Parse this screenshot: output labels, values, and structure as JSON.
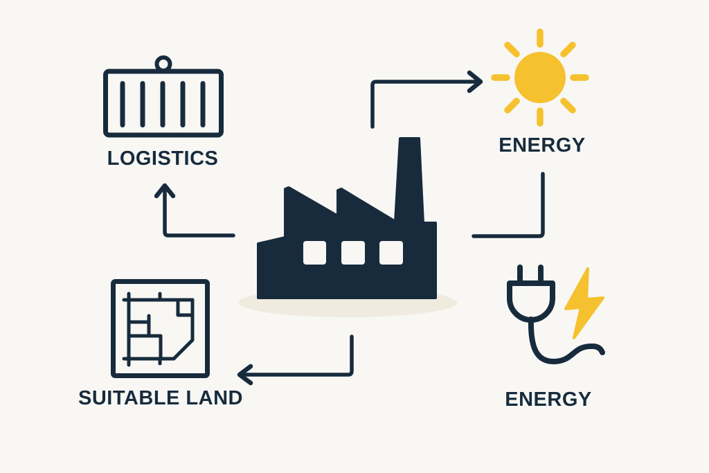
{
  "diagram": {
    "type": "factory-requirements-diagram",
    "background_color": "#f8f7f4",
    "accent_navy": "#172b3d",
    "accent_yellow": "#f5c12e",
    "shadow_color": "#f0ebdf",
    "center": {
      "icon": "factory-icon",
      "label": ""
    },
    "nodes": {
      "logistics": {
        "label": "LOGISTICS",
        "icon": "shipping-container-icon",
        "position": "top-left"
      },
      "energy_solar": {
        "label": "ENERGY",
        "icon": "sun-icon",
        "position": "top-right"
      },
      "suitable_land": {
        "label": "SUITABLE LAND",
        "icon": "land-plot-blueprint-icon",
        "position": "bottom-left"
      },
      "energy_power": {
        "label": "ENERGY",
        "icon": "power-plug-icon",
        "secondary_icon": "lightning-bolt-icon",
        "position": "bottom-right"
      }
    },
    "connectors": [
      {
        "from": "factory",
        "to": "energy_solar",
        "style": "elbow",
        "arrowhead": "right"
      },
      {
        "from": "energy_solar",
        "to": "factory",
        "style": "elbow",
        "arrowhead": "none"
      },
      {
        "from": "factory",
        "to": "logistics",
        "style": "elbow",
        "arrowhead": "up"
      },
      {
        "from": "factory",
        "to": "suitable_land",
        "style": "elbow",
        "arrowhead": "left"
      }
    ]
  }
}
